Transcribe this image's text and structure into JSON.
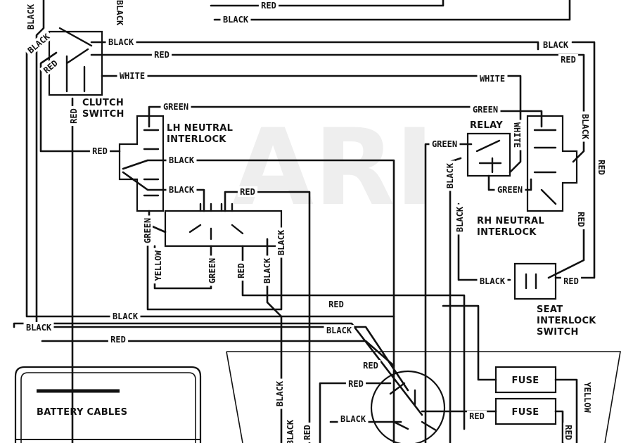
{
  "watermark": "ARI",
  "components": {
    "clutch_switch": "CLUTCH\nSWITCH",
    "lh_neutral_interlock": "LH NEUTRAL\nINTERLOCK",
    "relay": "RELAY",
    "rh_neutral_interlock": "RH NEUTRAL\nINTERLOCK",
    "seat_interlock_switch": "SEAT\nINTERLOCK\nSWITCH",
    "fuse_1": "FUSE",
    "fuse_2": "FUSE",
    "legend_battery_cables": "BATTERY CABLES"
  },
  "wire_colors": {
    "black": "BLACK",
    "red": "RED",
    "white": "WHITE",
    "green": "GREEN",
    "yellow": "YELLOW"
  },
  "watermark_color": "#eeeeee",
  "line_color": "#111111"
}
